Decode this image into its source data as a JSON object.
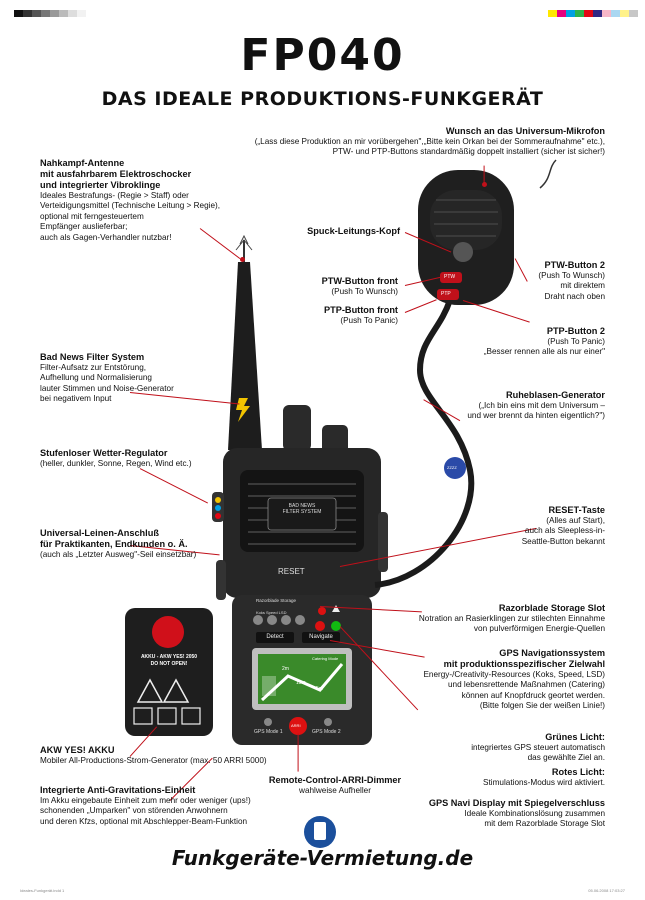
{
  "title": "FP040",
  "subtitle": "DAS IDEALE PRODUKTIONS-FUNKGERÄT",
  "colors": {
    "accent": "#c0101a",
    "radio": "#222222",
    "screen_green": "#3a8a2a"
  },
  "callouts": {
    "mikrofon": {
      "heading": "Wunsch an das Universum-Mikrofon",
      "l1": "(„Lass diese Produktion an mir vorübergehen\",„Bitte kein Orkan bei der Sommeraufnahme\" etc.),",
      "l2": "PTW- und PTP-Buttons standardmäßig doppelt installiert (sicher ist sicher!)"
    },
    "antenne": {
      "h1": "Nahkampf-Antenne",
      "h2": "mit ausfahrbarem Elektroschocker",
      "h3": "und integrierter Vibroklinge",
      "l1": "Ideales Bestrafungs- (Regie > Staff) oder",
      "l2": "Verteidigungsmittel (Technische Leitung > Regie),",
      "l3": "optional mit ferngesteuertem",
      "l4": "Empfänger auslieferbar;",
      "l5": "auch als Gagen-Verhandler nutzbar!"
    },
    "spuck": {
      "heading": "Spuck-Leitungs-Kopf"
    },
    "ptw_front": {
      "heading": "PTW-Button front",
      "l1": "(Push To Wunsch)"
    },
    "ptp_front": {
      "heading": "PTP-Button front",
      "l1": "(Push To Panic)"
    },
    "ptw2": {
      "heading": "PTW-Button 2",
      "l1": "(Push To Wunsch)",
      "l2": "mit direktem",
      "l3": "Draht nach oben"
    },
    "ptp2": {
      "heading": "PTP-Button 2",
      "l1": "(Push To Panic)",
      "l2": "„Besser rennen alle als nur einer\""
    },
    "badnews": {
      "heading": "Bad News Filter System",
      "l1": "Filter-Aufsatz zur Entstörung,",
      "l2": "Aufhellung und Normalisierung",
      "l3": "lauter Stimmen und Noise-Generator",
      "l4": "bei negativem Input"
    },
    "ruhe": {
      "heading": "Ruheblasen-Generator",
      "l1": "(„Ich bin eins mit dem Universum –",
      "l2": "und wer brennt da hinten eigentlich?\")"
    },
    "wetter": {
      "heading": "Stufenloser Wetter-Regulator",
      "l1": "(heller, dunkler, Sonne, Regen, Wind etc.)"
    },
    "reset": {
      "heading": "RESET-Taste",
      "l1": "(Alles auf Start),",
      "l2": "auch als Sleepless-in-",
      "l3": "Seattle-Button bekannt"
    },
    "leinen": {
      "h1": "Universal-Leinen-Anschluß",
      "h2": "für Praktikanten, Endkunden o. Ä.",
      "l1": "(auch als „Letzter Ausweg\"-Seil einsetzbar)"
    },
    "razor": {
      "heading": "Razorblade Storage Slot",
      "l1": "Notration an Rasierklingen zur stilechten Einnahme",
      "l2": "von pulverförmigen Energie-Quellen"
    },
    "gps": {
      "h1": "GPS Navigationssystem",
      "h2": "mit produktionsspezifischer Zielwahl",
      "l1": "Energy-/Creativity-Resources (Koks, Speed, LSD)",
      "l2": "und lebensrettende Maßnahmen (Catering)",
      "l3": "können auf Knopfdruck geortet werden.",
      "l4": "(Bitte folgen Sie der weißen Linie!)"
    },
    "gruen": {
      "heading": "Grünes Licht:",
      "l1": "integriertes GPS steuert automatisch",
      "l2": "das gewählte Ziel an."
    },
    "rot": {
      "heading": "Rotes Licht:",
      "l1": "Stimulations-Modus wird aktiviert."
    },
    "akw": {
      "heading": "AKW YES! AKKU",
      "l1": "Mobiler All-Productions-Strom-Generator (max. 50 ARRI 5000)"
    },
    "arri": {
      "heading": "Remote-Control-ARRI-Dimmer",
      "l1": "wahlweise Aufheller"
    },
    "gpsdisp": {
      "heading": "GPS Navi Display mit Spiegelverschluss",
      "l1": "Ideale Kombinationslösung zusammen",
      "l2": "mit dem Razorblade Storage Slot"
    },
    "anti": {
      "heading": "Integrierte Anti-Gravitations-Einheit",
      "l1": "Im Akku eingebaute Einheit zum mehr oder weniger (ups!)",
      "l2": "schonenden „Umparken\" von störenden Anwohnern",
      "l3": "und deren Kfzs, optional mit Abschlepper-Beam-Funktion"
    }
  },
  "device": {
    "badnews_label1": "BAD NEWS",
    "badnews_label2": "FILTER SYSTEM",
    "reset_label": "RESET",
    "razor_label": "Razorblade Storage",
    "koks_label": "Koks  Speed  LSD",
    "detect_label": "Detect",
    "navigate_label": "Navigate",
    "screen_mode": "Catering Mode",
    "screen_2m": "2m",
    "screen_15m": "15m",
    "screen_5m": "5m",
    "gps_mode1": "GPS Mode 1",
    "gps_mode2": "GPS Mode 2",
    "arri_label": "ARRI",
    "ptw_label": "PTW",
    "ptp_label": "PTP",
    "ruhe_badge": "ZZZZ"
  },
  "battery": {
    "l1": "AKKU - AKW YES! 2050",
    "l2": "DO NOT OPEN!"
  },
  "footer": "Funkgeräte-Vermietung.de",
  "print_left": "Ideales-Funkgerät.indd   1",
  "print_right": "05.06.2008   17:03:27"
}
